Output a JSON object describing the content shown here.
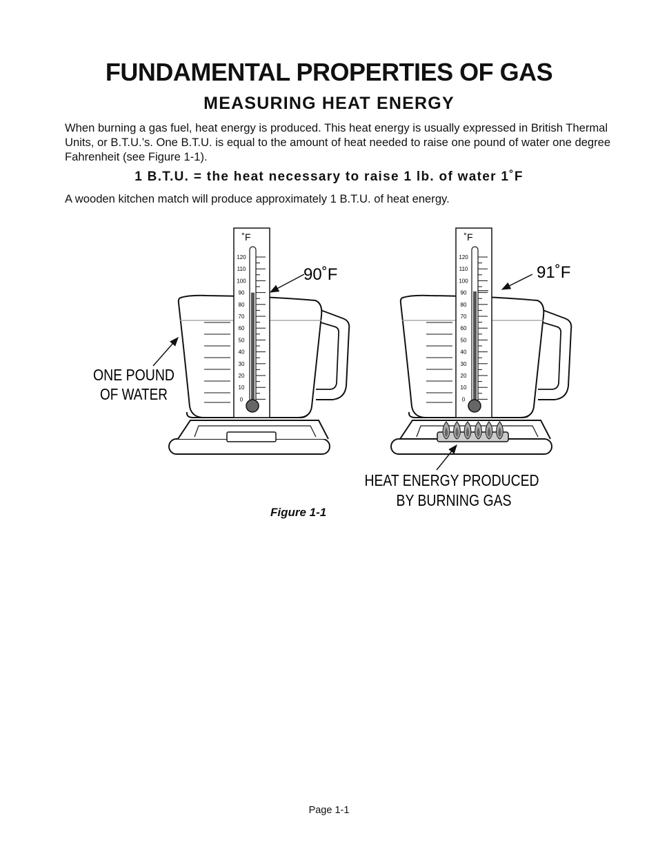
{
  "page": {
    "title": "FUNDAMENTAL PROPERTIES OF GAS",
    "subtitle": "MEASURING HEAT ENERGY",
    "intro": "When burning a gas fuel, heat energy is produced. This heat energy is usually expressed in British Thermal Units, or B.T.U.’s. One B.T.U. is equal to the amount of heat needed to raise one pound of water one degree Fahrenheit (see Figure 1-1).",
    "rule": "1 B.T.U. = the heat necessary to raise 1 lb. of water 1˚F",
    "match_note": "A wooden kitchen match will produce approximately 1 B.T.U. of heat energy.",
    "page_number": "Page 1-1"
  },
  "figure": {
    "caption": "Figure 1-1",
    "thermometer_unit": "˚F",
    "scale_labels": [
      "120",
      "110",
      "100",
      "90",
      "80",
      "70",
      "60",
      "50",
      "40",
      "30",
      "20",
      "10",
      "0"
    ],
    "left_panel": {
      "temperature_label": "90˚F",
      "temperature_value": 90,
      "callout_line1": "ONE POUND",
      "callout_line2": "OF WATER",
      "burner_lit": false
    },
    "right_panel": {
      "temperature_label": "91˚F",
      "temperature_value": 91,
      "callout_line1": "HEAT ENERGY PRODUCED",
      "callout_line2": "BY BURNING GAS",
      "burner_lit": true,
      "flame_count": 6
    }
  }
}
